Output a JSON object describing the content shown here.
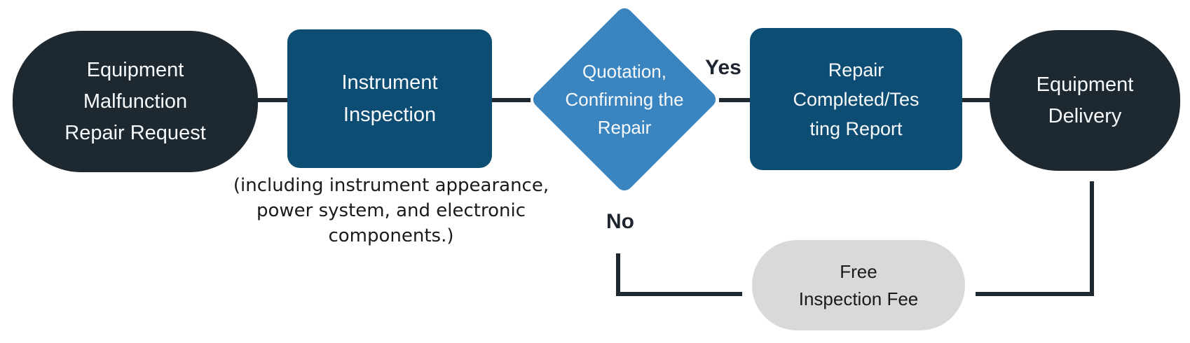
{
  "diagram": {
    "title": "Equipment repair process flowchart",
    "colors": {
      "dark_node": "#1d2830",
      "blue_node": "#0d4d73",
      "decision_node": "#3a84c0",
      "neutral_node": "#d9d9d9",
      "connector": "#1d2830",
      "light_text": "#f7f9fa",
      "dark_text": "#1a1a1a",
      "dark_text_strong": "#1d2630",
      "background": "#ffffff"
    },
    "nodes": {
      "request": {
        "label": "Equipment Malfunction Repair Request",
        "lines": [
          "Equipment",
          "Malfunction",
          "Repair Request"
        ]
      },
      "inspection": {
        "label": "Instrument Inspection",
        "lines": [
          "Instrument",
          "Inspection"
        ]
      },
      "inspection_note": {
        "label": "(including instrument appearance, power system, and electronic components.)",
        "lines": [
          "(including instrument appearance,",
          "power system, and electronic",
          "components.)"
        ]
      },
      "decision": {
        "label": "Quotation, Confirming the Repair",
        "lines": [
          "Quotation,",
          "Confirming the",
          "Repair"
        ]
      },
      "report": {
        "label": "Repair Completed/Testing Report",
        "lines": [
          "Repair",
          "Completed/Tes",
          "ting Report"
        ]
      },
      "delivery": {
        "label": "Equipment Delivery",
        "lines": [
          "Equipment",
          "Delivery"
        ]
      },
      "free_fee": {
        "label": "Free Inspection Fee",
        "lines": [
          "Free",
          "Inspection Fee"
        ]
      }
    },
    "edge_labels": {
      "yes": "Yes",
      "no": "No"
    }
  }
}
